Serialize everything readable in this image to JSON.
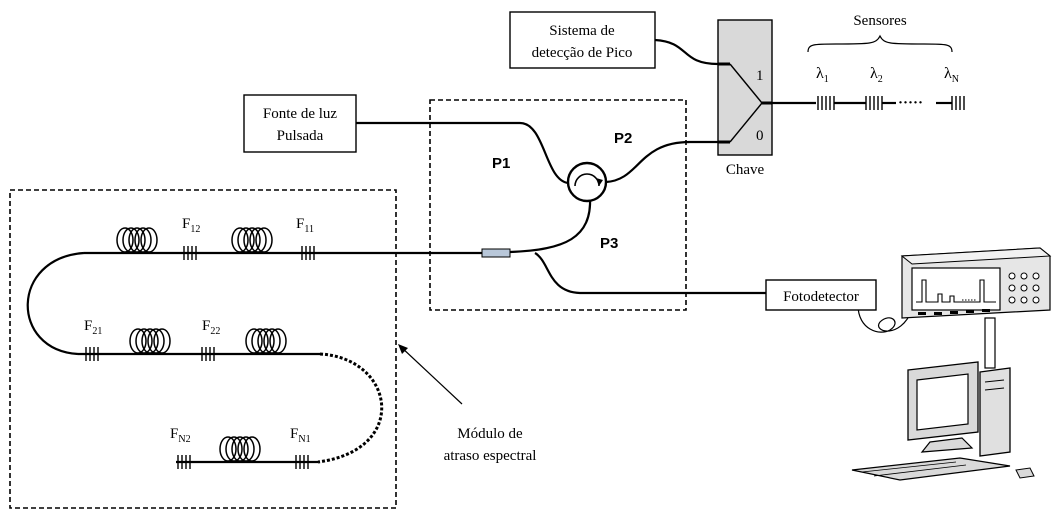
{
  "labels": {
    "peak_system_line1": "Sistema de",
    "peak_system_line2": "detecção de Pico",
    "light_source_line1": "Fonte de luz",
    "light_source_line2": "Pulsada",
    "switch_label": "Chave",
    "switch_pos_1": "1",
    "switch_pos_0": "0",
    "sensors_title": "Sensores",
    "lambda_1": "λ",
    "lambda_1_sub": "1",
    "lambda_2": "λ",
    "lambda_2_sub": "2",
    "lambda_n": "λ",
    "lambda_n_sub": "N",
    "ellipsis": "·····",
    "port_p1": "P1",
    "port_p2": "P2",
    "port_p3": "P3",
    "photodetector": "Fotodetector",
    "module_line1": "Módulo de",
    "module_line2": "atraso espectral",
    "f12": "F",
    "f12_sub": "12",
    "f11": "F",
    "f11_sub": "11",
    "f21": "F",
    "f21_sub": "21",
    "f22": "F",
    "f22_sub": "22",
    "fn2": "F",
    "fn2_sub": "N2",
    "fn1": "F",
    "fn1_sub": "N1"
  },
  "colors": {
    "line": "#000000",
    "switch_fill": "#d9d9d9",
    "coupler_fill": "#b8c7d9",
    "monitor_fill": "#d9d9d9",
    "screen_fill": "#ffffff"
  },
  "icons": {
    "circulator": "circulator-icon",
    "oscilloscope": "oscilloscope-icon",
    "computer": "computer-icon",
    "fiber_coil": "fiber-coil-icon",
    "bragg_grating": "bragg-grating-icon"
  }
}
